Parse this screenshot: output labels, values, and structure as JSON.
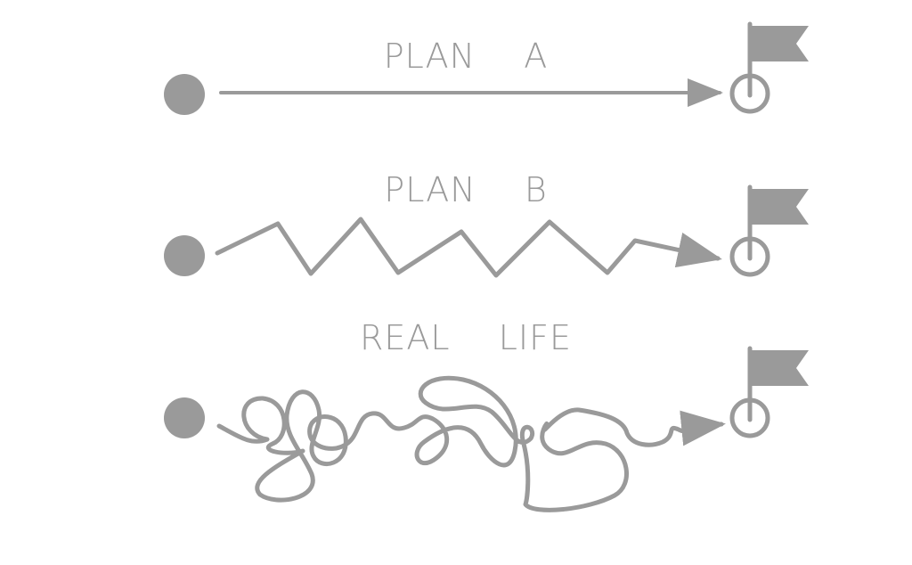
{
  "colors": {
    "ink": "#9a9a9a",
    "background": "#ffffff"
  },
  "rows": [
    {
      "label": "PLAN  A",
      "path_style": "straight"
    },
    {
      "label": "PLAN  B",
      "path_style": "zigzag"
    },
    {
      "label": "REAL  LIFE",
      "path_style": "tangled"
    }
  ],
  "icons": {
    "start": "filled-circle-icon",
    "goal": "goal-flag-icon"
  }
}
